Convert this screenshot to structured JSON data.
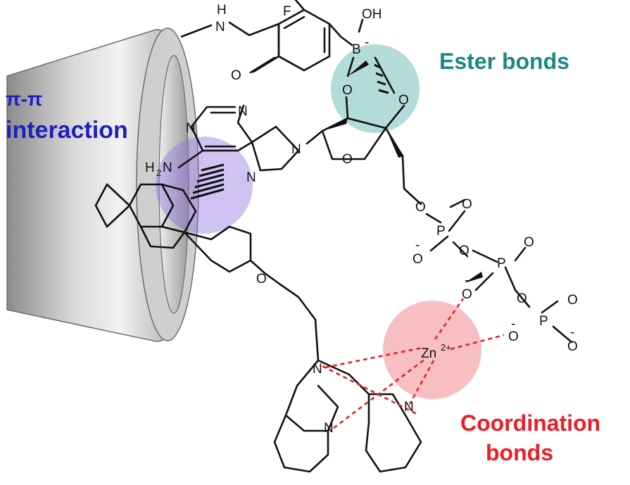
{
  "labels": {
    "pi_pi_top": "π-π",
    "pi_pi_bottom": "interaction",
    "ester": "Ester bonds",
    "coord_line1": "Coordination",
    "coord_line2": "bonds"
  },
  "atoms": {
    "H": "H",
    "N": "N",
    "F": "F",
    "OH": "OH",
    "B": "B",
    "O": "O",
    "P": "P",
    "minus": "-",
    "H2N_H": "H",
    "H2N_2": "2",
    "H2N_N": "N",
    "Zn": "Zn",
    "Zn_charge": "2+"
  },
  "colors": {
    "pi_label": "#1f1fbf",
    "ester_label": "#1a8a80",
    "coord_label": "#ee1c24",
    "ester_circle": "#4aa9a3",
    "pi_circle": "#8a6fe0",
    "zn_circle": "#f07f86",
    "coord_line": "#e8202a"
  }
}
